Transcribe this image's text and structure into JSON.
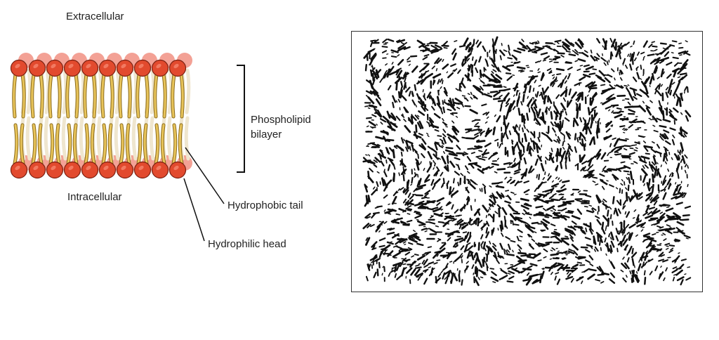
{
  "left_panel": {
    "labels": {
      "extracellular": "Extracellular",
      "intracellular": "Intracellular",
      "bilayer_line1": "Phospholipid",
      "bilayer_line2": "bilayer",
      "tail": "Hydrophobic tail",
      "head": "Hydrophilic head"
    },
    "colors": {
      "head": "#e24a2e",
      "head_back": "#f08a7a",
      "tail": "#e8c45a",
      "tail_back": "#efe6cf"
    }
  },
  "right_panel": {
    "colors": {
      "arrow": "#111111",
      "frame": "#333333"
    }
  }
}
